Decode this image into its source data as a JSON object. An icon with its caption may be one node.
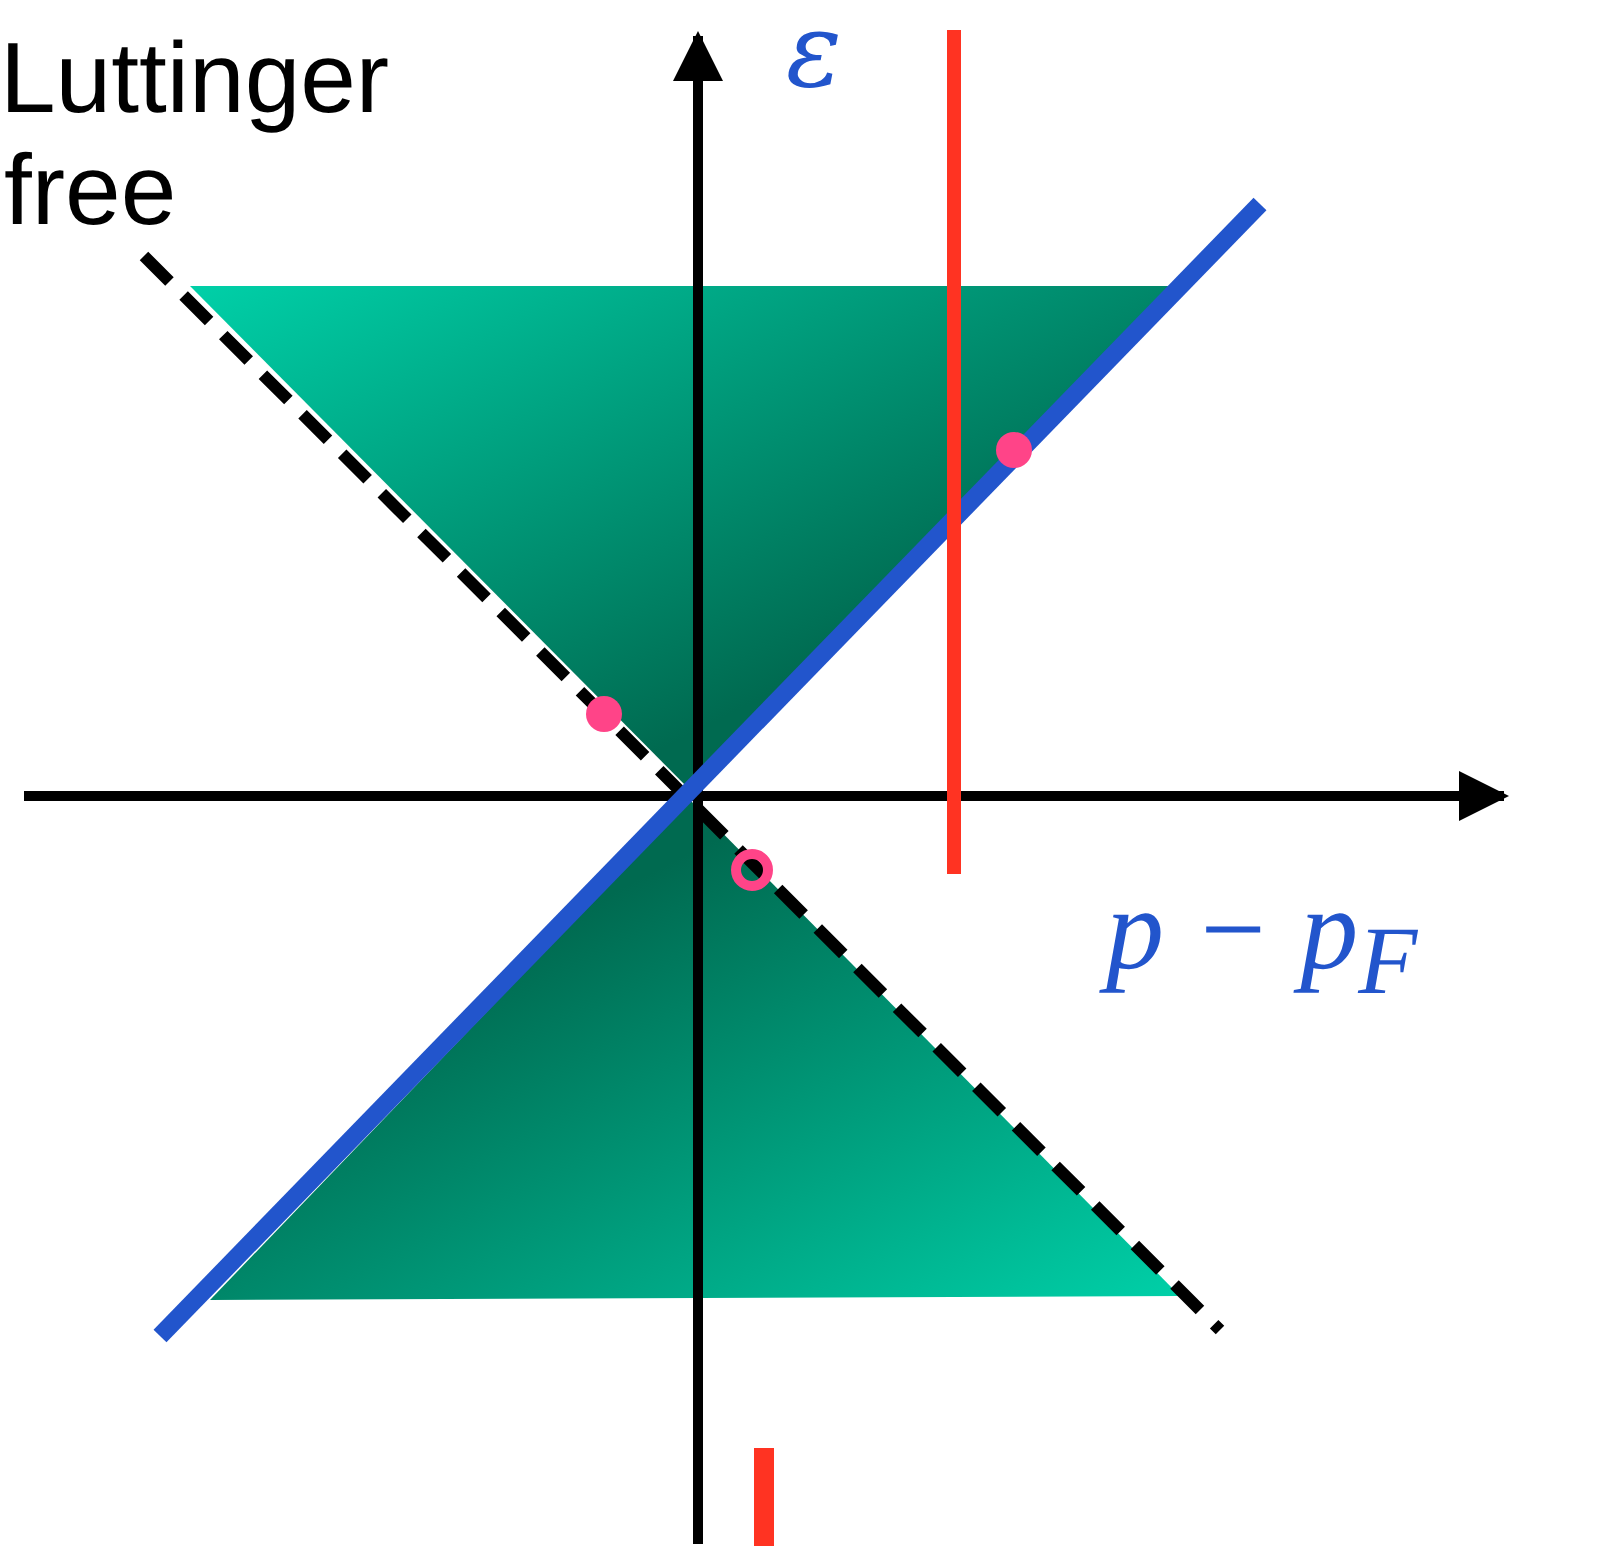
{
  "diagram": {
    "labels": [
      "Luttinger",
      "free",
      "ε",
      "p − p$_{F}$"
    ]
  }
}
